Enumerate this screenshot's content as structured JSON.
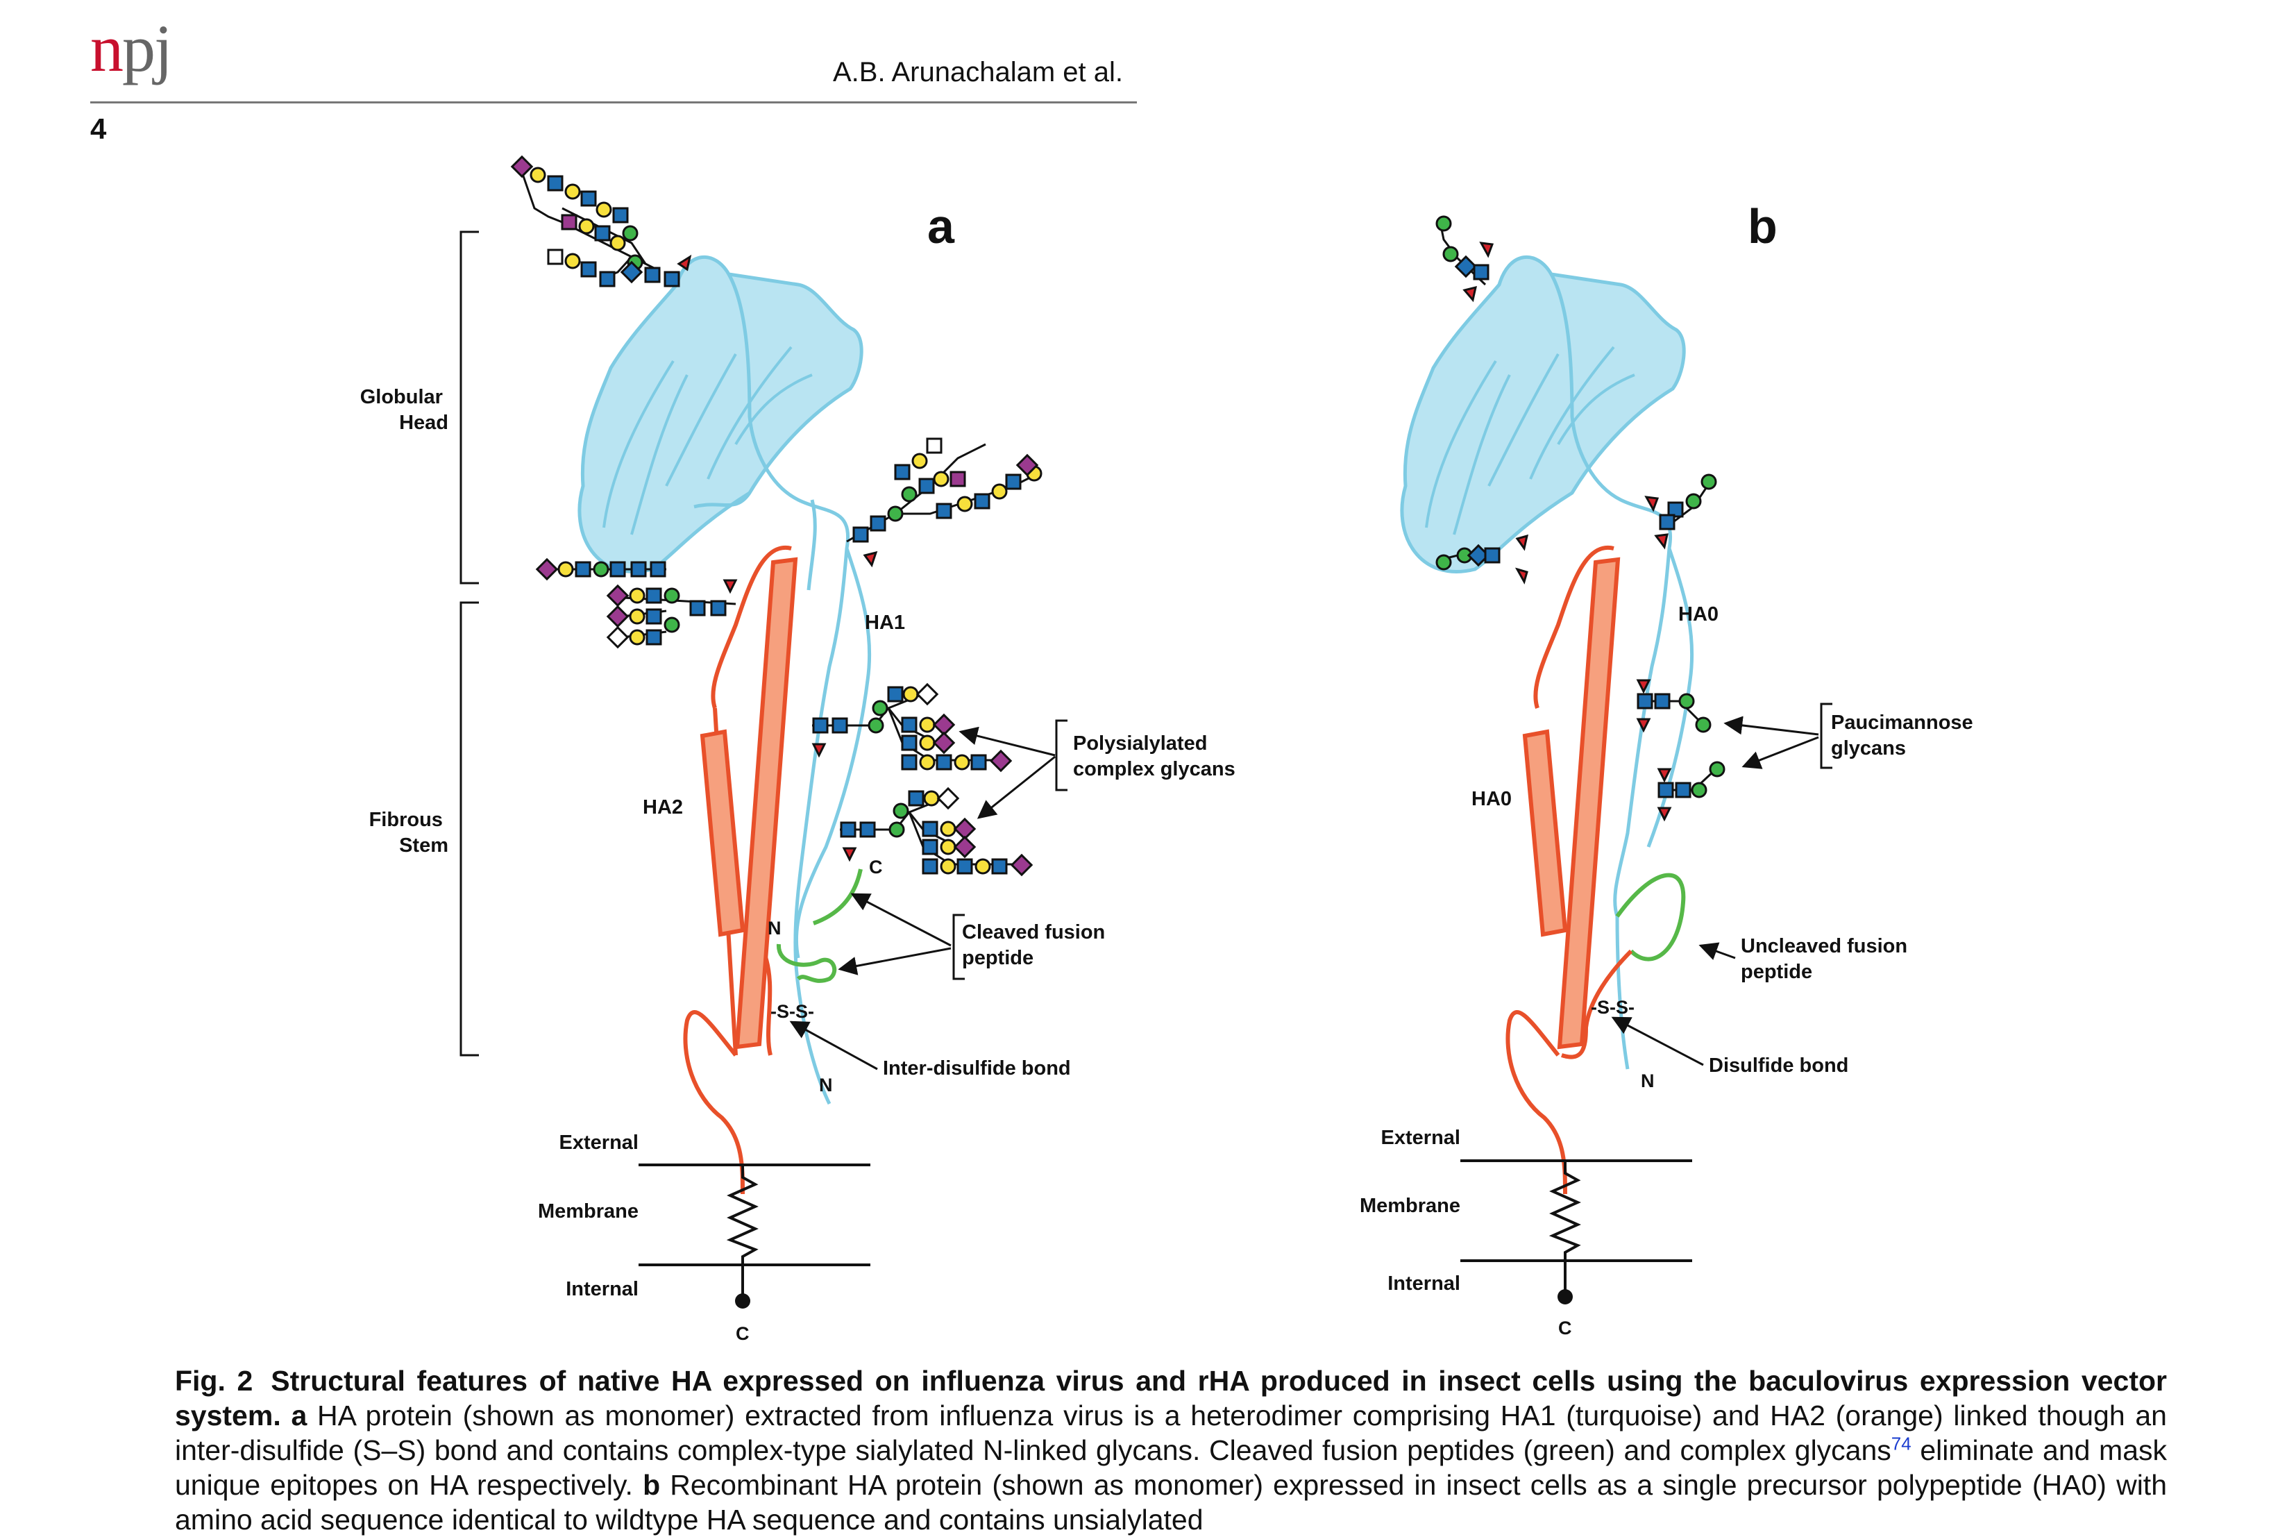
{
  "header": {
    "logo_n": "n",
    "logo_pj": "pj",
    "authors": "A.B. Arunachalam et al.",
    "page_number": "4"
  },
  "figure": {
    "panel_a": {
      "letter": "a",
      "globular_head": [
        "Globular",
        "Head"
      ],
      "fibrous_stem": [
        "Fibrous",
        "Stem"
      ],
      "ha1": "HA1",
      "ha2": "HA2",
      "polysialylated": [
        "Polysialylated",
        "complex glycans"
      ],
      "cleaved_fusion": [
        "Cleaved fusion",
        "peptide"
      ],
      "inter_disulfide": "Inter-disulfide bond",
      "ss": "-S-S-",
      "term_c_top": "C",
      "term_n_mid": "N",
      "term_n_bottom": "N",
      "term_c_bottom": "C",
      "external": "External",
      "membrane": "Membrane",
      "internal": "Internal"
    },
    "panel_b": {
      "letter": "b",
      "ha0_right": "HA0",
      "ha0_left": "HA0",
      "paucimannose": [
        "Paucimannose",
        "glycans"
      ],
      "uncleaved_fusion": [
        "Uncleaved fusion",
        "peptide"
      ],
      "disulfide": "Disulfide bond",
      "ss": "-S-S-",
      "term_n_bottom": "N",
      "term_c_bottom": "C",
      "external": "External",
      "membrane": "Membrane",
      "internal": "Internal"
    },
    "colors": {
      "ha1_turquoise": "#7ecbe3",
      "head_fill": "#b9e4f2",
      "ha2_orange": "#e8502a",
      "helix_fill": "#f6a07e",
      "fusion_green": "#56b848",
      "glcnac_blue": "#1f6fb4",
      "mannose_green": "#3fb449",
      "galactose_yellow": "#f7e03c",
      "sialic_purple": "#9b3a8f",
      "fucose_red": "#d3232a"
    }
  },
  "caption": {
    "fig_number": "Fig. 2",
    "title": "Structural features of native HA expressed on influenza virus and rHA produced in insect cells using the baculovirus expression vector system.",
    "a_label": "a",
    "a_text_1": " HA protein (shown as monomer) extracted from influenza virus is a heterodimer comprising HA1 (turquoise) and HA2 (orange) linked though an inter-disulfide (S–S) bond and contains complex-type sialylated N-linked glycans. Cleaved fusion peptides (green) and complex glycans",
    "ref": "74",
    "a_text_2": " eliminate and mask unique epitopes on HA respectively.",
    "b_label": "b",
    "b_text": " Recombinant HA protein (shown as monomer) expressed in insect cells as a single precursor polypeptide (HA0) with amino acid sequence identical to wildtype HA sequence and contains unsialylated"
  }
}
